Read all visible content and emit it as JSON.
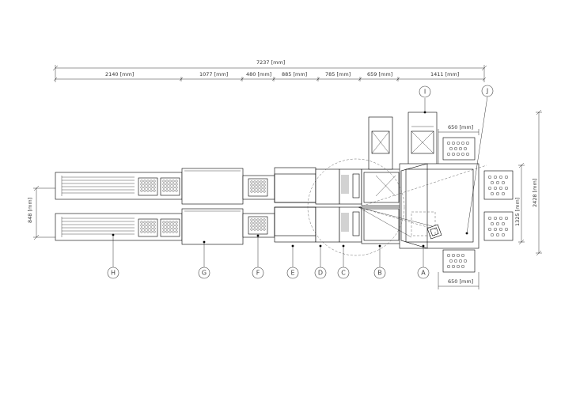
{
  "dimensions": {
    "overall_width": "7237 [mm]",
    "seg_h": "2140 [mm]",
    "seg_g": "1077 [mm]",
    "seg_f": "480 [mm]",
    "seg_e": "885 [mm]",
    "seg_d": "785 [mm]",
    "seg_c": "659 [mm]",
    "seg_a": "1411 [mm]",
    "top_right": "650 [mm]",
    "bottom_right": "650 [mm]",
    "left_height": "848 [mm]",
    "right_inner_height": "1325 [mm]",
    "right_overall_height": "2428 [mm]"
  },
  "labels": {
    "a": "A",
    "b": "B",
    "c": "C",
    "d": "D",
    "e": "E",
    "f": "F",
    "g": "G",
    "h": "H",
    "i": "I",
    "j": "J"
  }
}
